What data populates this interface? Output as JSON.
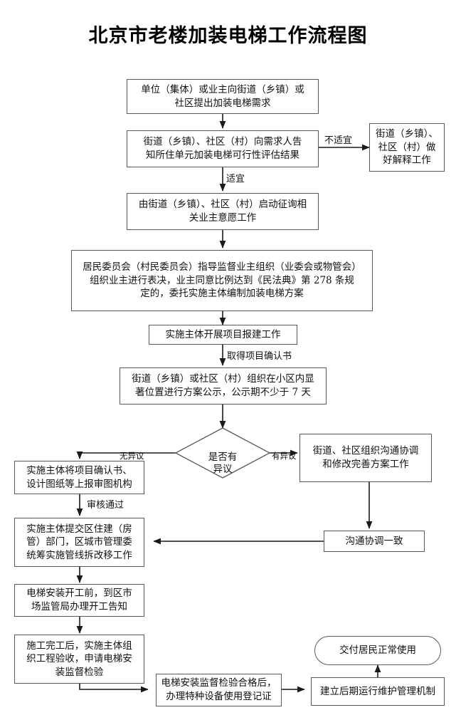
{
  "title": "北京市老楼加装电梯工作流程图",
  "theme": {
    "background": "#ffffff",
    "node_border": "#555a5e",
    "node_fill": "#ffffff",
    "line": "#1a1a1a",
    "text": "#111111"
  },
  "chart_data": {
    "type": "diagram",
    "title": "北京市老楼加装电梯工作流程图",
    "nodes": [
      {
        "id": "n1",
        "shape": "rect",
        "text": "单位（集体）或业主向街道（乡镇）或\n社区提出加装电梯需求"
      },
      {
        "id": "n2",
        "shape": "rect",
        "text": "街道（乡镇）、社区（村）向需求人告\n知所住单元加装电梯可行性评估结果"
      },
      {
        "id": "n3",
        "shape": "rect",
        "text": "街道（乡镇）、\n社区（村）做\n好解释工作"
      },
      {
        "id": "n4",
        "shape": "rect",
        "text": "由街道（乡镇）、社区（村）启动征询相\n关业主意愿工作"
      },
      {
        "id": "n5",
        "shape": "rect",
        "text": "居民委员会（村民委员会）指导监督业主组织（业委会或物管会）\n组织业主进行表决，业主同意比例达到《民法典》第 278 条规\n定的，委托实施主体编制加装电梯方案"
      },
      {
        "id": "n6",
        "shape": "rect",
        "text": "实施主体开展项目报建工作"
      },
      {
        "id": "n7",
        "shape": "rect",
        "text": "街道（乡镇）或社区（村）组织在小区内显\n著位置进行方案公示，公示期不少于 7 天"
      },
      {
        "id": "n8",
        "shape": "diamond",
        "text": "是否有\n异议"
      },
      {
        "id": "n9",
        "shape": "rect",
        "text": "街道、社区组织沟通协调\n和修改完善方案工作"
      },
      {
        "id": "n10",
        "shape": "rect",
        "text": "实施主体将项目确认书、\n设计图纸等上报审图机构"
      },
      {
        "id": "n11",
        "shape": "rect",
        "text": "实施主体提交区住建（房\n管）部门，区城市管理委\n统筹实施管线拆改移工作"
      },
      {
        "id": "n12",
        "shape": "rect",
        "text": "沟通协调一致"
      },
      {
        "id": "n13",
        "shape": "rect",
        "text": "电梯安装开工前，到区市\n场监管局办理开工告知"
      },
      {
        "id": "n14",
        "shape": "rect",
        "text": "施工完工后，实施主体组\n织工程验收，申请电梯安\n装监督检验"
      },
      {
        "id": "n15",
        "shape": "rect",
        "text": "电梯安装监督检验合格后，\n办理特种设备使用登记证"
      },
      {
        "id": "n16",
        "shape": "rect",
        "text": "建立后期运行维护管理机制"
      },
      {
        "id": "n17",
        "shape": "terminal",
        "text": "交付居民正常使用"
      }
    ],
    "edges": [
      {
        "from": "n1",
        "to": "n2",
        "label": ""
      },
      {
        "from": "n2",
        "to": "n3",
        "label": "不适宜"
      },
      {
        "from": "n2",
        "to": "n4",
        "label": "适宜"
      },
      {
        "from": "n4",
        "to": "n5",
        "label": ""
      },
      {
        "from": "n5",
        "to": "n6",
        "label": ""
      },
      {
        "from": "n6",
        "to": "n7",
        "label": "取得项目确认书"
      },
      {
        "from": "n7",
        "to": "n8",
        "label": ""
      },
      {
        "from": "n8",
        "to": "n10",
        "label": "无异议"
      },
      {
        "from": "n8",
        "to": "n9",
        "label": "有异议"
      },
      {
        "from": "n9",
        "to": "n12",
        "label": ""
      },
      {
        "from": "n12",
        "to": "n11",
        "label": ""
      },
      {
        "from": "n10",
        "to": "n11",
        "label": "审核通过"
      },
      {
        "from": "n11",
        "to": "n13",
        "label": ""
      },
      {
        "from": "n13",
        "to": "n14",
        "label": ""
      },
      {
        "from": "n14",
        "to": "n15",
        "label": ""
      },
      {
        "from": "n15",
        "to": "n16",
        "label": ""
      },
      {
        "from": "n16",
        "to": "n17",
        "label": ""
      }
    ],
    "edge_labels": {
      "not_suitable": "不适宜",
      "suitable": "适宜",
      "project_confirmation": "取得项目确认书",
      "no_objection": "无异议",
      "has_objection": "有异议",
      "review_passed": "审核通过"
    }
  }
}
